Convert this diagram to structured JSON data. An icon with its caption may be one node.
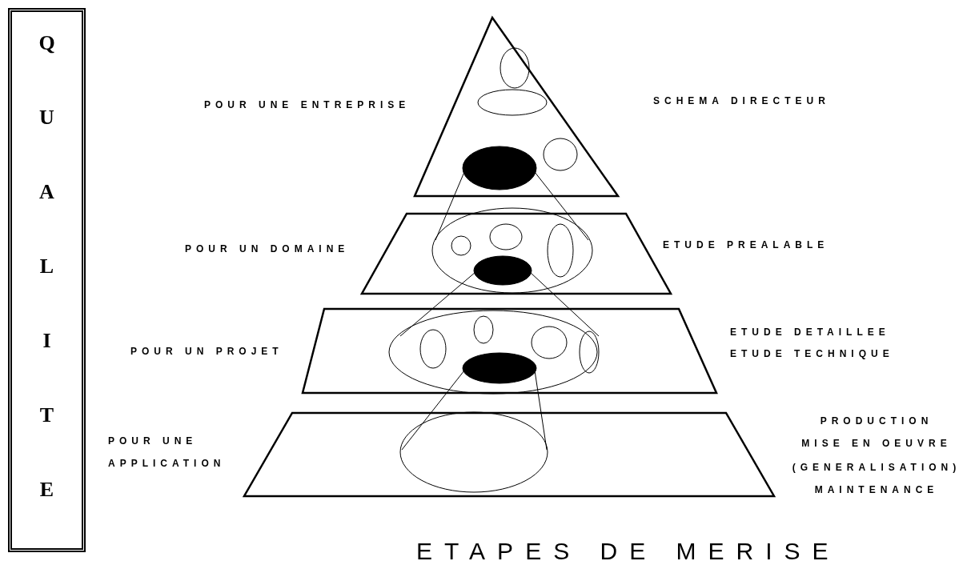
{
  "diagram": {
    "caption": "ETAPES DE MERISE",
    "nodes": [
      {
        "text": [
          "QUALITE"
        ]
      }
    ],
    "labels": [
      "POUR UNE ENTREPRISE",
      "SCHEMA DIRECTEUR",
      "POUR UN DOMAINE",
      "ETUDE PREALABLE",
      "POUR UN PROJET",
      "ETUDE DETAILLEE",
      "ETUDE TECHNIQUE",
      "POUR UNE APPLICATION",
      "PRODUCTION",
      "MISE EN OEUVRE",
      "(GENERALISATION)",
      "MAINTENANCE"
    ]
  }
}
